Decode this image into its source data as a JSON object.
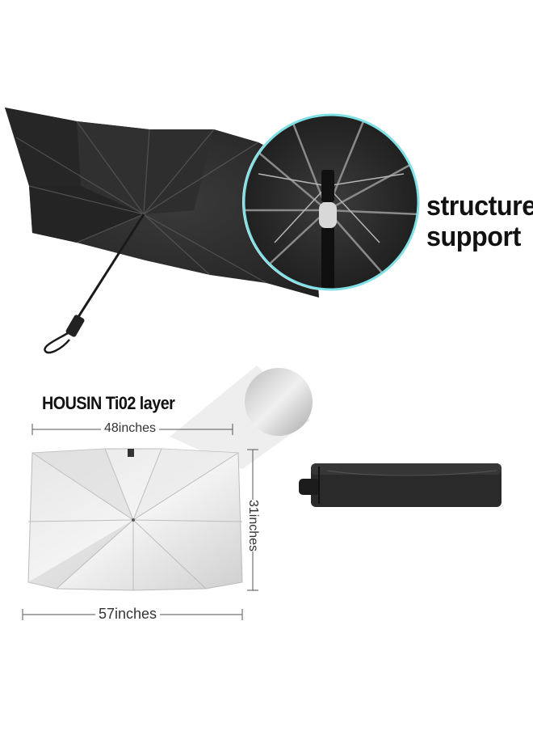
{
  "callout": {
    "structure_line1": "structure",
    "structure_line2": "support"
  },
  "layer_label": "HOUSIN Ti02 layer",
  "dimensions": {
    "top_width": "48inches",
    "bottom_width": "57inches",
    "height": "31inches"
  },
  "colors": {
    "canopy_dark": "#2b2b2b",
    "canopy_silver": "#d9d9d9",
    "ring_accent": "#7fe0e6"
  }
}
